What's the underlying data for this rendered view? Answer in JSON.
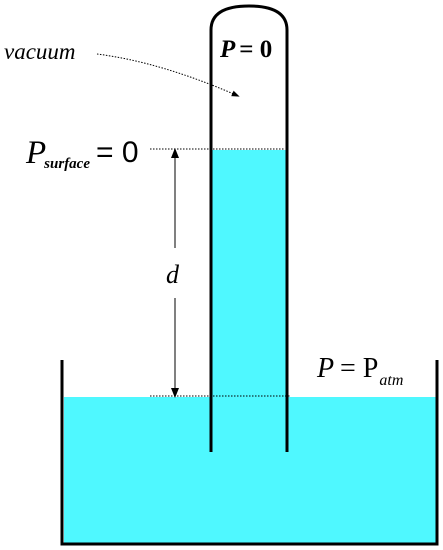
{
  "labels": {
    "vacuum": "vacuum",
    "top_p": "P",
    "top_eq": "= 0",
    "surface_p": "P",
    "surface_sub": "surface",
    "surface_eq": "= 0",
    "depth": "d",
    "atm_p": "P",
    "atm_eq": "= P",
    "atm_sub": "atm"
  },
  "colors": {
    "fluid": "#4ff8ff",
    "stroke": "#000000"
  }
}
